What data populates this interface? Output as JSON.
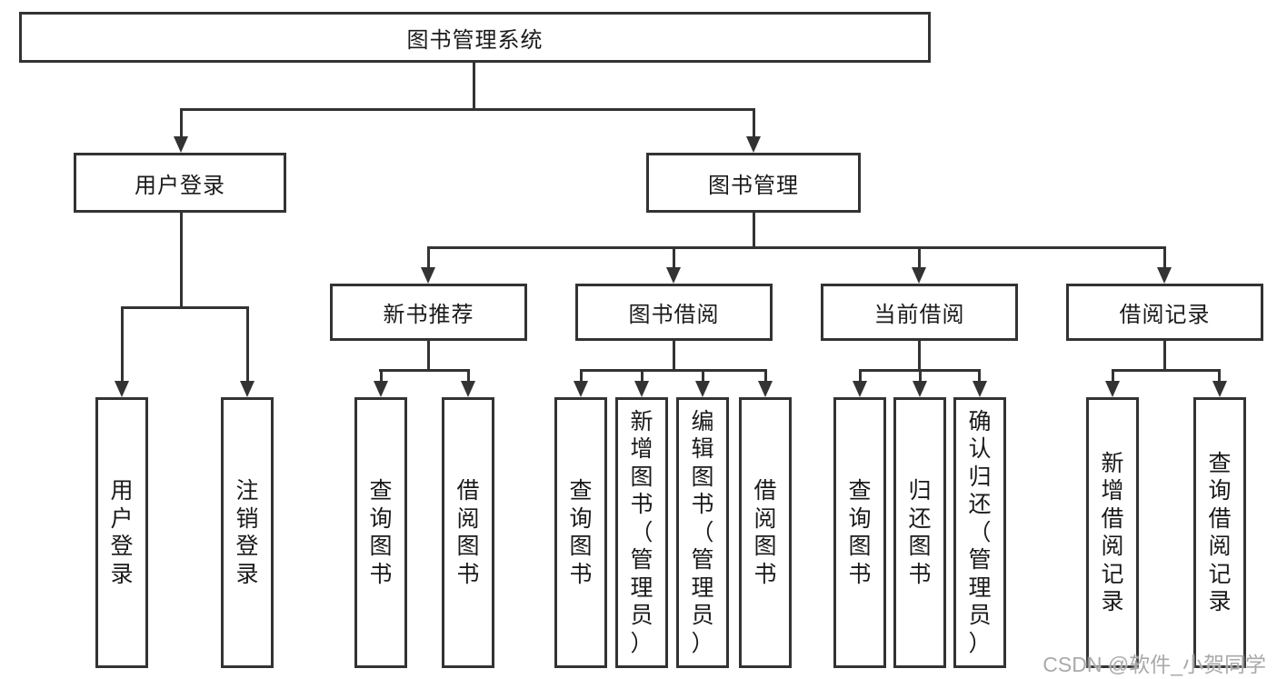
{
  "nodes": {
    "root": "图书管理系统",
    "user_login": "用户登录",
    "book_mgmt": "图书管理",
    "new_book_rec": "新书推荐",
    "book_borrow": "图书借阅",
    "current_borrow": "当前借阅",
    "borrow_record": "借阅记录",
    "leaf_user_login": "用户登录",
    "leaf_logout": "注销登录",
    "leaf_nbr_query": "查询图书",
    "leaf_nbr_borrow": "借阅图书",
    "leaf_bb_query": "查询图书",
    "leaf_bb_add": "新增图书（管理员）",
    "leaf_bb_edit": "编辑图书（管理员）",
    "leaf_bb_borrow": "借阅图书",
    "leaf_cb_query": "查询图书",
    "leaf_cb_return": "归还图书",
    "leaf_cb_confirm": "确认归还（管理员）",
    "leaf_br_add": "新增借阅记录",
    "leaf_br_query": "查询借阅记录"
  },
  "hierarchy": {
    "label": "图书管理系统",
    "children": [
      {
        "label": "用户登录",
        "children": [
          {
            "label": "用户登录"
          },
          {
            "label": "注销登录"
          }
        ]
      },
      {
        "label": "图书管理",
        "children": [
          {
            "label": "新书推荐",
            "children": [
              {
                "label": "查询图书"
              },
              {
                "label": "借阅图书"
              }
            ]
          },
          {
            "label": "图书借阅",
            "children": [
              {
                "label": "查询图书"
              },
              {
                "label": "新增图书（管理员）"
              },
              {
                "label": "编辑图书（管理员）"
              },
              {
                "label": "借阅图书"
              }
            ]
          },
          {
            "label": "当前借阅",
            "children": [
              {
                "label": "查询图书"
              },
              {
                "label": "归还图书"
              },
              {
                "label": "确认归还（管理员）"
              }
            ]
          },
          {
            "label": "借阅记录",
            "children": [
              {
                "label": "新增借阅记录"
              },
              {
                "label": "查询借阅记录"
              }
            ]
          }
        ]
      }
    ]
  },
  "watermark": "CSDN @软件_小贺同学",
  "colors": {
    "line": "#333333",
    "text": "#1a1a1a",
    "background": "#ffffff",
    "watermark": "#aaaaaa"
  }
}
